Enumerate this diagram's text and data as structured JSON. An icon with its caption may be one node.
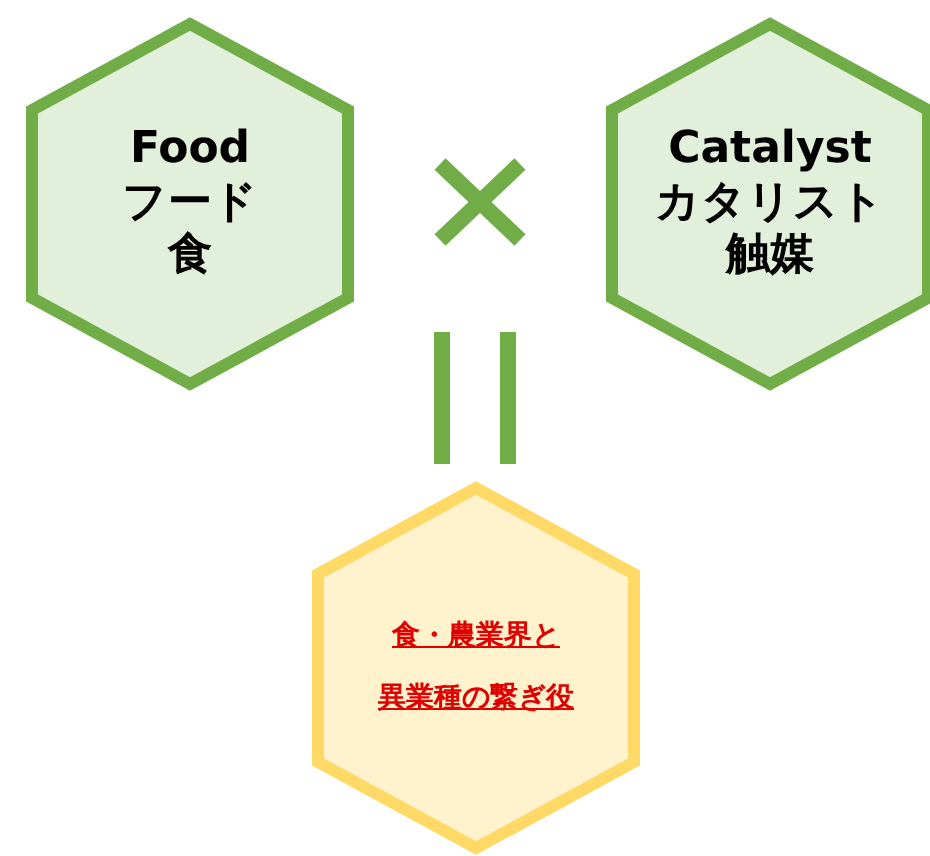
{
  "diagram": {
    "nodes": [
      {
        "text": [
          "Food",
          "フード",
          "食"
        ]
      },
      {
        "text": [
          "Catalyst",
          "カタリスト",
          "触媒"
        ]
      },
      {
        "text": [
          "食・農業界と",
          "異業種の繋ぎ役"
        ]
      }
    ],
    "edges": []
  }
}
